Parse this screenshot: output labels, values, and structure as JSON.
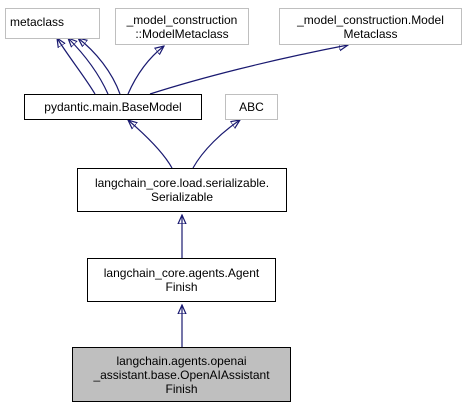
{
  "colors": {
    "edge": "#191970",
    "node_border": "#000000",
    "external_border": "#bfbfbf",
    "highlight_fill": "#bfbfbf"
  },
  "nodes": {
    "metaclass": [
      "metaclass"
    ],
    "model_metaclass_1": [
      "_model_construction",
      "::ModelMetaclass"
    ],
    "model_metaclass_2": [
      "_model_construction.Model",
      "Metaclass"
    ],
    "base_model": [
      "pydantic.main.BaseModel"
    ],
    "abc": [
      "ABC"
    ],
    "serializable": [
      "langchain_core.load.serializable.",
      "Serializable"
    ],
    "agent_finish": [
      "langchain_core.agents.Agent",
      "Finish"
    ],
    "openai_assistant_finish": [
      "langchain.agents.openai",
      "_assistant.base.OpenAIAssistant",
      "Finish"
    ]
  }
}
